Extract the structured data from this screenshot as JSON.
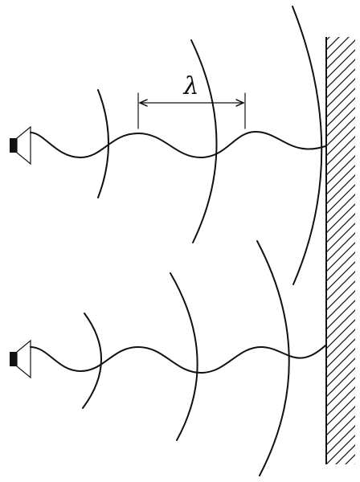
{
  "diagram": {
    "wavelength_symbol": "λ",
    "ink_color": "#111111",
    "background_color": "#ffffff",
    "sources": [
      {
        "name": "upper-source",
        "icon": "speaker-icon"
      },
      {
        "name": "lower-source",
        "icon": "speaker-icon"
      }
    ],
    "reflector": {
      "name": "reflecting-wall",
      "pattern": "diagonal-hatching"
    }
  }
}
